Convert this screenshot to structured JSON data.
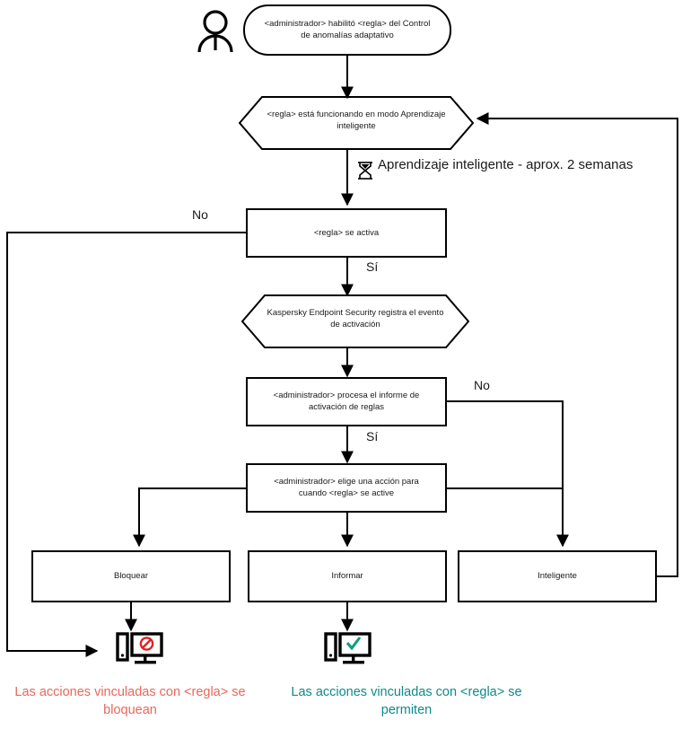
{
  "diagram": {
    "title": "Control de anomalias adaptativo - flujo de regla",
    "actor": {
      "icon": "user-actor-icon"
    },
    "nodes": {
      "start": {
        "shape": "rounded",
        "text_line1": "<administrador> habilitó <regla> del Control",
        "text_line2": "de anomalías adaptativo"
      },
      "learning": {
        "shape": "hexagon",
        "text_line1": "<regla> está funcionando en modo Aprendizaje",
        "text_line2": "inteligente"
      },
      "trigger": {
        "shape": "rect",
        "text_line1": "<regla> se activa"
      },
      "event": {
        "shape": "hexagon",
        "text_line1": "Kaspersky Endpoint Security registra el evento",
        "text_line2": "de activación"
      },
      "report": {
        "shape": "rect",
        "text_line1": "<administrador> procesa el informe de",
        "text_line2": "activación de reglas"
      },
      "choose": {
        "shape": "rect",
        "text_line1": "<administrador> elige una acción para",
        "text_line2": "cuando <regla> se active"
      },
      "block": {
        "shape": "rect",
        "text_line1": "Bloquear"
      },
      "inform": {
        "shape": "rect",
        "text_line1": "Informar"
      },
      "smart": {
        "shape": "rect",
        "text_line1": "Inteligente"
      }
    },
    "notes": {
      "learning_duration": {
        "icon": "hourglass-icon",
        "text_line1": "Aprendizaje inteligente - aprox. 2",
        "text_line2": "semanas"
      }
    },
    "edge_labels": {
      "no_trigger": "No",
      "si_trigger": "Sí",
      "no_report": "No",
      "si_report": "Sí"
    },
    "outcomes": {
      "blocked": {
        "icon": "monitor-blocked-icon",
        "text_line1": "Las acciones vinculadas con <regla>",
        "text_line2": "se bloquean"
      },
      "allowed": {
        "icon": "monitor-allowed-icon",
        "text_line1": "Las acciones vinculadas con <regla> se",
        "text_line2": "permiten"
      }
    },
    "colors": {
      "stroke": "#000000",
      "blocked_text": "#e8685a",
      "allowed_text": "#0f8a8a",
      "blocked_symbol": "#e02020",
      "allowed_symbol": "#0f9b7e"
    }
  }
}
